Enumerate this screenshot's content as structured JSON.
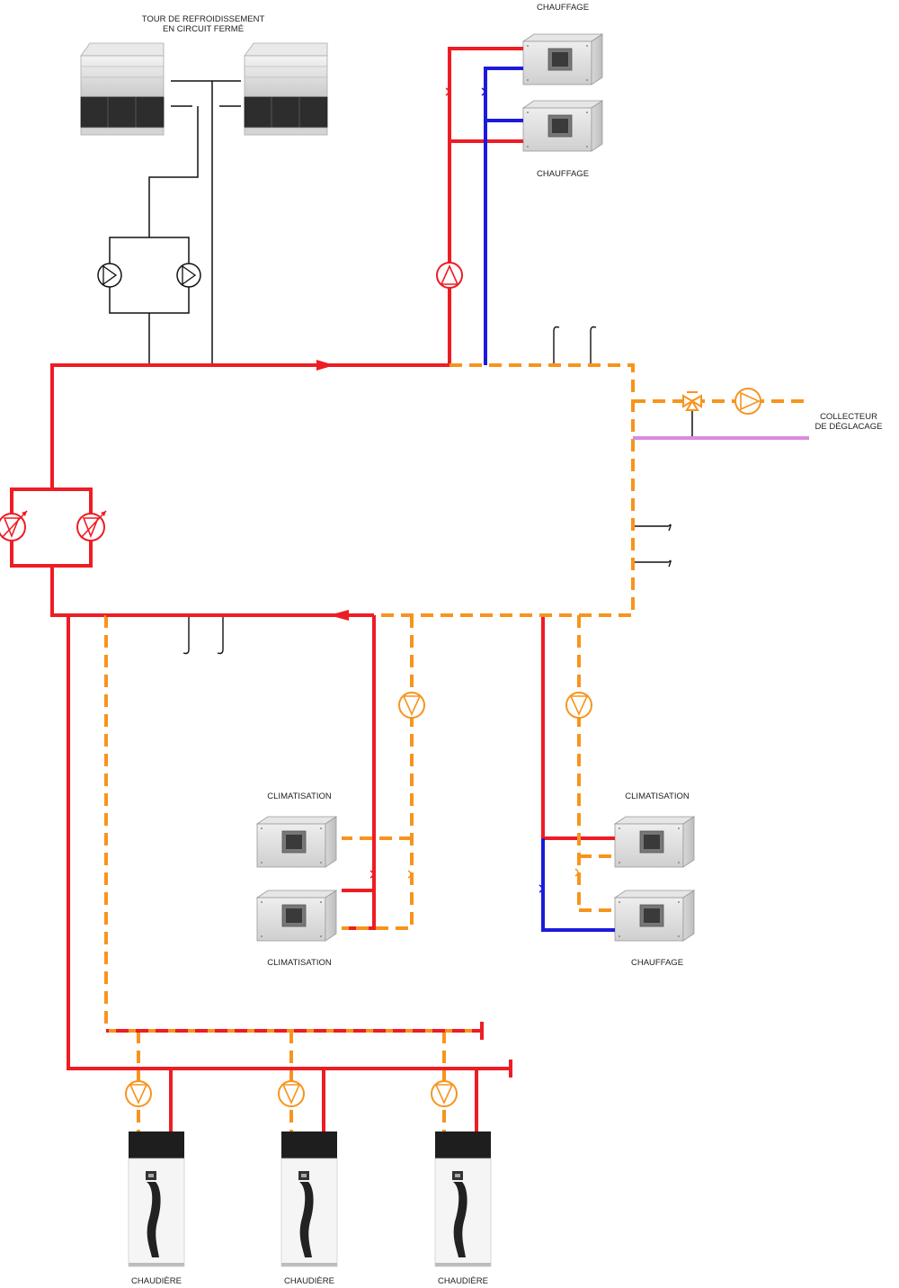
{
  "labels": {
    "cooling_tower_line1": "TOUR DE REFROIDISSEMENT",
    "cooling_tower_line2": "EN CIRCUIT FERMÉ",
    "heating_top": "CHAUFFAGE",
    "heating_mid": "CHAUFFAGE",
    "collector_line1": "COLLECTEUR",
    "collector_line2": "DE DÉGLACAGE",
    "ac_left_top": "CLIMATISATION",
    "ac_left_bottom": "CLIMATISATION",
    "ac_right_top": "CLIMATISATION",
    "heating_right_bottom": "CHAUFFAGE",
    "boiler_1": "CHAUDIÈRE",
    "boiler_2": "CHAUDIÈRE",
    "boiler_3": "CHAUDIÈRE"
  },
  "colors": {
    "hot": "#ee1c24",
    "cold": "#1b1bdc",
    "tempered": "#f7941d",
    "deicing": "#d98be0",
    "control": "#111111"
  }
}
